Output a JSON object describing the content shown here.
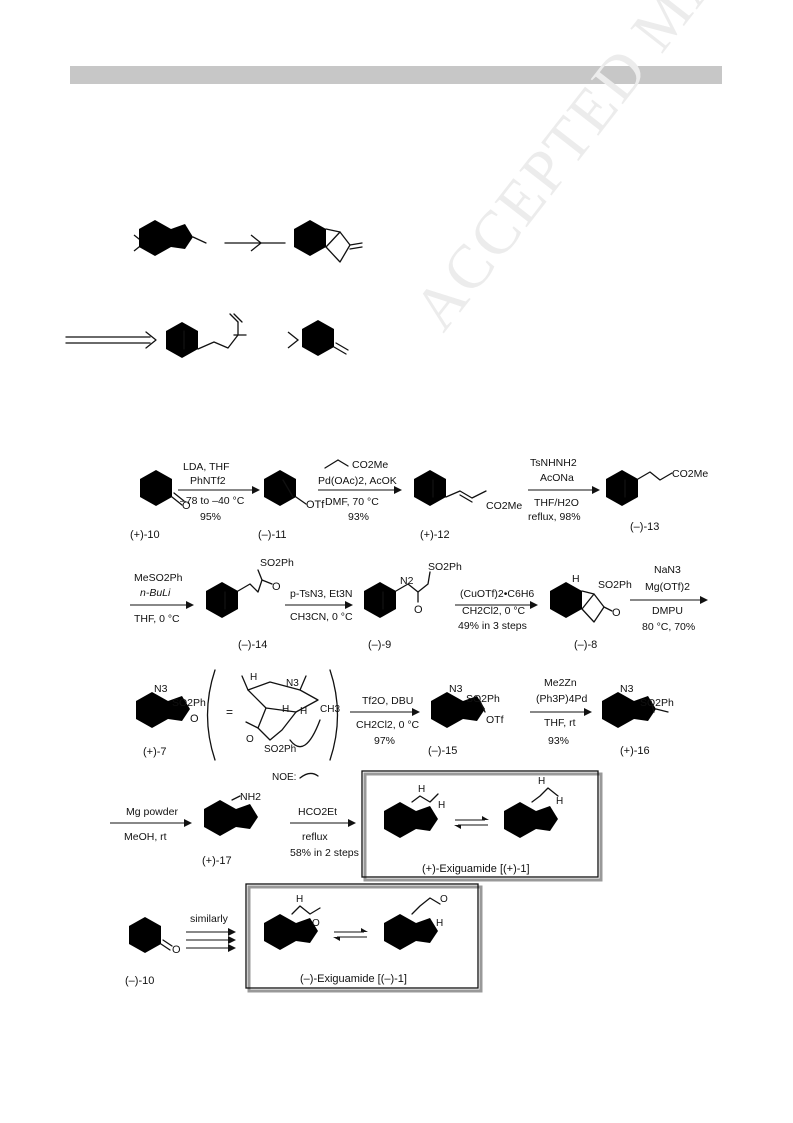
{
  "watermark": "ACCEPTED MANUSCRIPT",
  "compounds": {
    "c10": "(+)-10",
    "c11": "(–)-11",
    "c12": "(+)-12",
    "c13": "(–)-13",
    "c14": "(–)-14",
    "c9": "(–)-9",
    "c8": "(–)-8",
    "c7": "(+)-7",
    "c15": "(–)-15",
    "c16": "(+)-16",
    "c17": "(+)-17",
    "c10ent": "(–)-10",
    "exig_plus": "(+)-Exiguamide [(+)-1]",
    "exig_minus": "(–)-Exiguamide [(–)-1]"
  },
  "labels": {
    "otf": "OTf",
    "o": "O",
    "co2me": "CO2Me",
    "so2ph": "SO2Ph",
    "n2": "N2",
    "n3": "N3",
    "h": "H",
    "nh2": "NH2",
    "ch3": "CH3",
    "noe": "NOE:"
  },
  "steps": {
    "s1": [
      "LDA, THF",
      "PhNTf2",
      "–78 to –40 °C",
      "95%"
    ],
    "s2": [
      "CO2Me",
      "Pd(OAc)2, AcOK",
      "DMF, 70 °C",
      "93%"
    ],
    "s3": [
      "TsNHNH2",
      "AcONa",
      "THF/H2O",
      "reflux, 98%"
    ],
    "s4": [
      "MeSO2Ph",
      "n-BuLi",
      "THF, 0 °C"
    ],
    "s5": [
      "p-TsN3, Et3N",
      "CH3CN, 0 °C"
    ],
    "s6": [
      "(CuOTf)2•C6H6",
      "CH2Cl2, 0 °C",
      "49% in 3 steps"
    ],
    "s7": [
      "NaN3",
      "Mg(OTf)2",
      "DMPU",
      "80 °C, 70%"
    ],
    "s8": [
      "Tf2O, DBU",
      "CH2Cl2, 0 °C",
      "97%"
    ],
    "s9": [
      "Me2Zn",
      "(Ph3P)4Pd",
      "THF, rt",
      "93%"
    ],
    "s10": [
      "Mg powder",
      "MeOH, rt"
    ],
    "s11": [
      "HCO2Et",
      "reflux",
      "58% in 2 steps"
    ],
    "s12": [
      "similarly"
    ]
  }
}
